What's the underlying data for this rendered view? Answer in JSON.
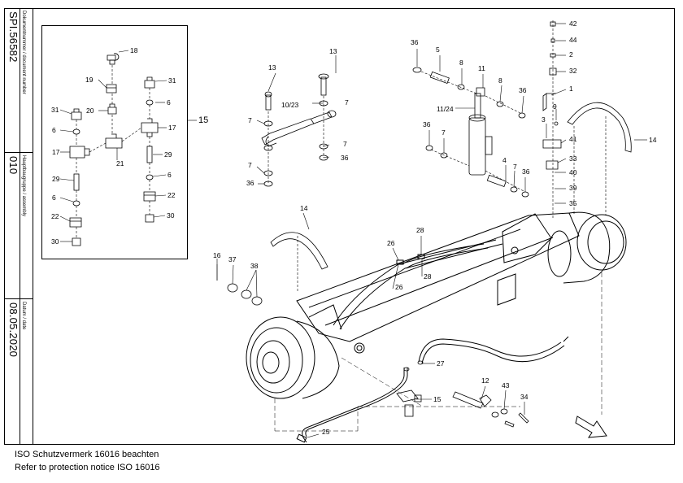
{
  "title_block": {
    "document_number_label": "Dokumentnummer / document number",
    "document_number": "SPI.56582",
    "assembly_label": "Hauptbaugruppe / assembly",
    "assembly": "010",
    "date_label": "Datum / date",
    "date": "08.05.2020"
  },
  "notice": {
    "line1": "ISO Schutzvermerk 16016 beachten",
    "line2": "Refer to protection notice ISO 16016"
  },
  "callouts": {
    "c1": "1",
    "c2": "2",
    "c3": "3",
    "c4": "4",
    "c5": "5",
    "c6": "6",
    "c7": "7",
    "c8": "8",
    "c9": "9",
    "c11": "11",
    "c11_24": "11/24",
    "c10_23": "10/23",
    "c12": "12",
    "c13": "13",
    "c14": "14",
    "c15": "15",
    "c16": "16",
    "c17": "17",
    "c18": "18",
    "c19": "19",
    "c20": "20",
    "c21": "21",
    "c22": "22",
    "c25": "25",
    "c26": "26",
    "c27": "27",
    "c28": "28",
    "c29": "29",
    "c30": "30",
    "c31": "31",
    "c32": "32",
    "c33": "33",
    "c34": "34",
    "c35": "35",
    "c36": "36",
    "c37": "37",
    "c38": "38",
    "c39": "39",
    "c40": "40",
    "c41": "41",
    "c42": "42",
    "c43": "43",
    "c44": "44"
  }
}
